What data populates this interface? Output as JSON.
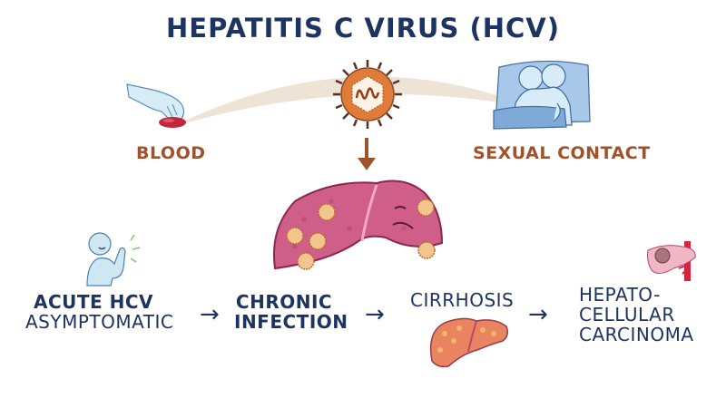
{
  "title": "HEPATITIS C VIRUS (HCV)",
  "transmission": {
    "left_label": "BLOOD",
    "right_label": "SEXUAL CONTACT",
    "left_icon": "gloved-hand-blood-icon",
    "center_icon": "hcv-virus-icon",
    "right_icon": "couple-in-bed-icon"
  },
  "center": {
    "icon": "infected-liver-icon"
  },
  "progression": [
    {
      "line1": "ACUTE HCV",
      "line2": "ASYMPTOMATIC",
      "icon": "thumbs-up-person-icon"
    },
    {
      "line1": "CHRONIC",
      "line2": "INFECTION"
    },
    {
      "line1": "CIRRHOSIS",
      "icon": "cirrhotic-liver-icon"
    },
    {
      "line1": "HEPATO-",
      "line2": "CELLULAR",
      "line3": "CARCINOMA",
      "icon": "liver-tumor-icon"
    }
  ],
  "arrows": [
    "→",
    "→",
    "→"
  ],
  "colors": {
    "title": "#1e3460",
    "label_brown": "#a0522d",
    "liver_pink": "#c9557a",
    "virus_orange": "#e07b39",
    "arc_beige": "#efe3d6",
    "light_blue": "#cfe6f3"
  }
}
